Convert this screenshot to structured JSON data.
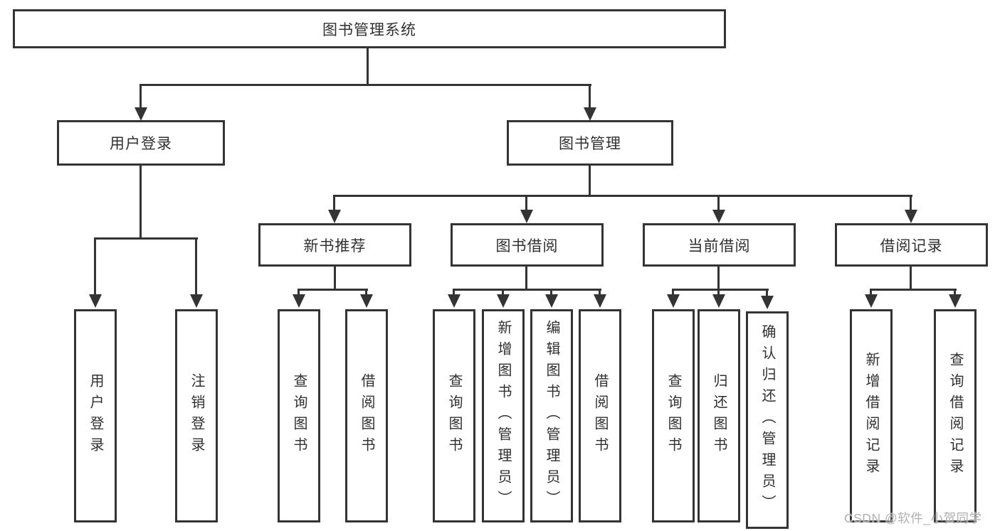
{
  "diagram": {
    "type": "hierarchy-tree",
    "root": {
      "label": "图书管理系统"
    },
    "branches": [
      {
        "label": "用户登录",
        "children": [
          {
            "label": "用户登录"
          },
          {
            "label": "注销登录"
          }
        ]
      },
      {
        "label": "图书管理",
        "children": [
          {
            "label": "新书推荐",
            "children": [
              {
                "label": "查询图书"
              },
              {
                "label": "借阅图书"
              }
            ]
          },
          {
            "label": "图书借阅",
            "children": [
              {
                "label": "查询图书"
              },
              {
                "label": "新增图书（管理员）"
              },
              {
                "label": "编辑图书（管理员）"
              },
              {
                "label": "借阅图书"
              }
            ]
          },
          {
            "label": "当前借阅",
            "children": [
              {
                "label": "查询图书"
              },
              {
                "label": "归还图书"
              },
              {
                "label": "确认归还（管理员）"
              }
            ]
          },
          {
            "label": "借阅记录",
            "children": [
              {
                "label": "新增借阅记录"
              },
              {
                "label": "查询借阅记录"
              }
            ]
          }
        ]
      }
    ],
    "watermark": "CSDN @软件_小贺同学",
    "colors": {
      "background": "#ffffff",
      "box_fill": "#ffffff",
      "stroke": "#343434",
      "text": "#303030",
      "watermark": "#b0b0b0"
    }
  }
}
